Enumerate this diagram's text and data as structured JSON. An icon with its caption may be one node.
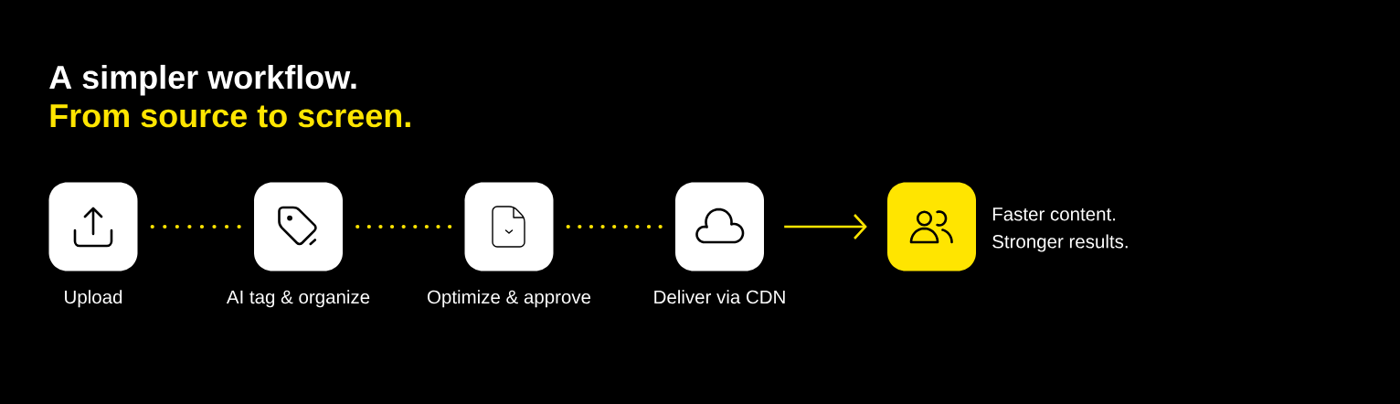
{
  "diagram": {
    "title": "A simpler workflow.",
    "nodes": [
      {
        "text": [
          "Upload"
        ]
      },
      {
        "text": [
          "AI tag & organize"
        ]
      },
      {
        "text": [
          "Optimize & approve"
        ]
      },
      {
        "text": [
          "Deliver via CDN"
        ]
      },
      {
        "text": [],
        "shape": "box",
        "beside": [
          "Faster content. Stronger results."
        ]
      }
    ],
    "edges": [
      {
        "from": 0,
        "to": 1,
        "arrow": "none",
        "style": "dashed"
      },
      {
        "from": 1,
        "to": 2,
        "arrow": "none",
        "style": "dashed"
      },
      {
        "from": 2,
        "to": 3,
        "arrow": "none",
        "style": "dashed"
      },
      {
        "from": 3,
        "to": 4,
        "arrow": "to"
      }
    ],
    "labels": [
      "From source to screen."
    ]
  }
}
